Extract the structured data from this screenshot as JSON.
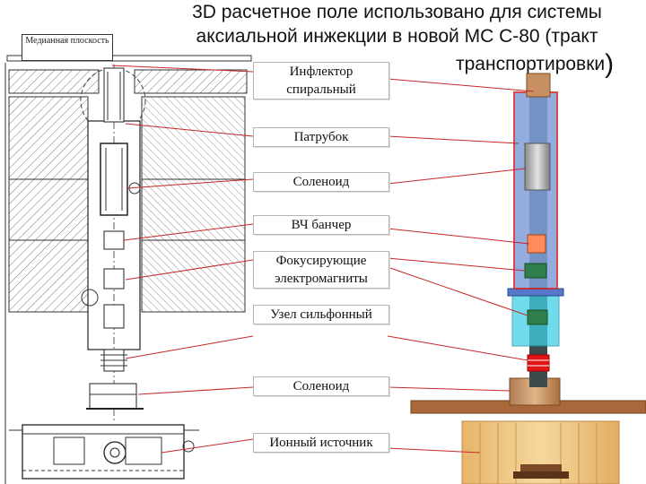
{
  "title": {
    "line1": "3D расчетное поле использовано для системы",
    "line2": "аксиальной инжекции в новой МС С-80 (тракт",
    "line3": "транспортировки",
    "line3_paren": ")"
  },
  "median_label": "Медианная плоскость",
  "labels": [
    "Инфлектор спиральный",
    "Патрубок",
    "Соленоид",
    "ВЧ банчер",
    "Фокусирующие электромагниты",
    "Узел сильфонный",
    "Соленоид",
    "Ионный источник"
  ],
  "colors": {
    "outline_red": "#d22a2a",
    "tube_blue": "#7f9fd9",
    "column_dark": "#3b4b4b",
    "solenoid_brown": "#c69063",
    "platform_brown": "#a8683a",
    "source_tan": "#ecc380",
    "cyan_block": "#3fd0e6"
  }
}
